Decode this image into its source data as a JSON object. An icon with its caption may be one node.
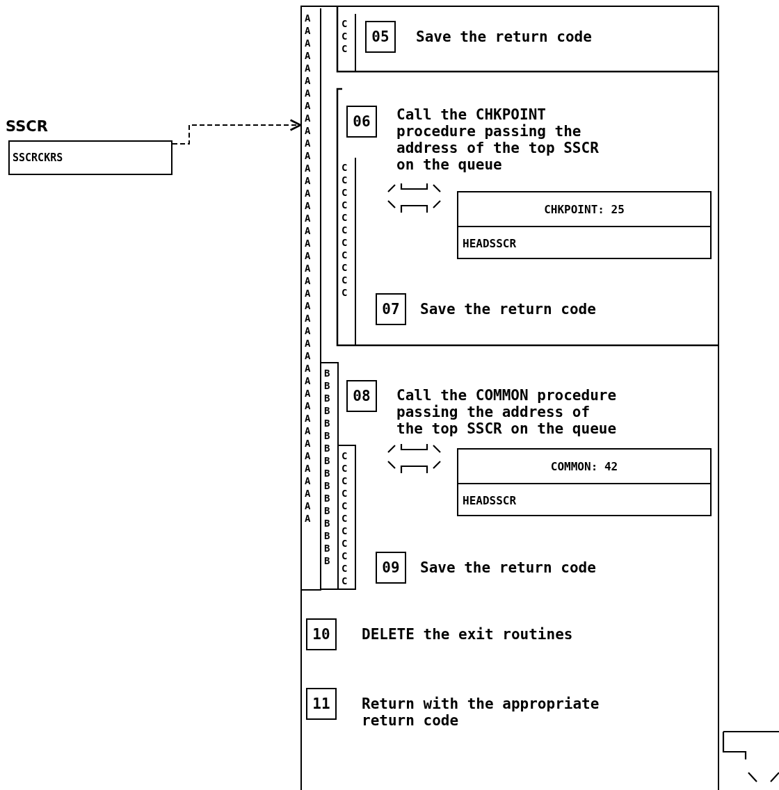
{
  "diagram": {
    "nodes": [
      {
        "text": [
          "SSCR",
          "SSCRCKRS"
        ]
      },
      {
        "text": [],
        "shape": "box"
      },
      {
        "text": [
          "A A A A A A A A A A A A A A A A A A A A A A A A A A A A A A A A A A A A A A A A A"
        ],
        "in": 1
      },
      {
        "text": [
          "C C C"
        ],
        "in": 1
      },
      {
        "text": [
          "05"
        ],
        "beside": [
          "Save the return code"
        ],
        "in": 1
      },
      {
        "text": [
          "C C C C C C C C C C C"
        ],
        "in": 1
      },
      {
        "text": [
          "06"
        ],
        "beside": [
          "Call the CHKPOINT procedure passing the address of the top SSCR on the queue"
        ],
        "in": 1
      },
      {
        "text": [
          "CHKPOINT: 25",
          "HEADSSCR"
        ],
        "in": 1
      },
      {
        "text": [
          "07"
        ],
        "beside": [
          "Save the return code"
        ],
        "in": 1
      },
      {
        "text": [
          "B B B B B B B B B B B B B B B B"
        ],
        "in": 1
      },
      {
        "text": [
          "C C C C C C C C C C C"
        ],
        "in": 1
      },
      {
        "text": [
          "08"
        ],
        "beside": [
          "Call the COMMON procedure passing the address of the top SSCR on the queue"
        ],
        "in": 1
      },
      {
        "text": [
          "COMMON: 42",
          "HEADSSCR"
        ],
        "in": 1
      },
      {
        "text": [
          "09"
        ],
        "beside": [
          "Save the return code"
        ],
        "in": 1
      },
      {
        "text": [
          "10"
        ],
        "beside": [
          "DELETE the exit routines"
        ],
        "in": 1
      },
      {
        "text": [
          "11"
        ],
        "beside": [
          "Return with the appropriate return code"
        ],
        "in": 1
      }
    ],
    "edges": [
      {
        "from": 0,
        "to": 1,
        "arrow": "to",
        "style": "dashed"
      }
    ]
  }
}
